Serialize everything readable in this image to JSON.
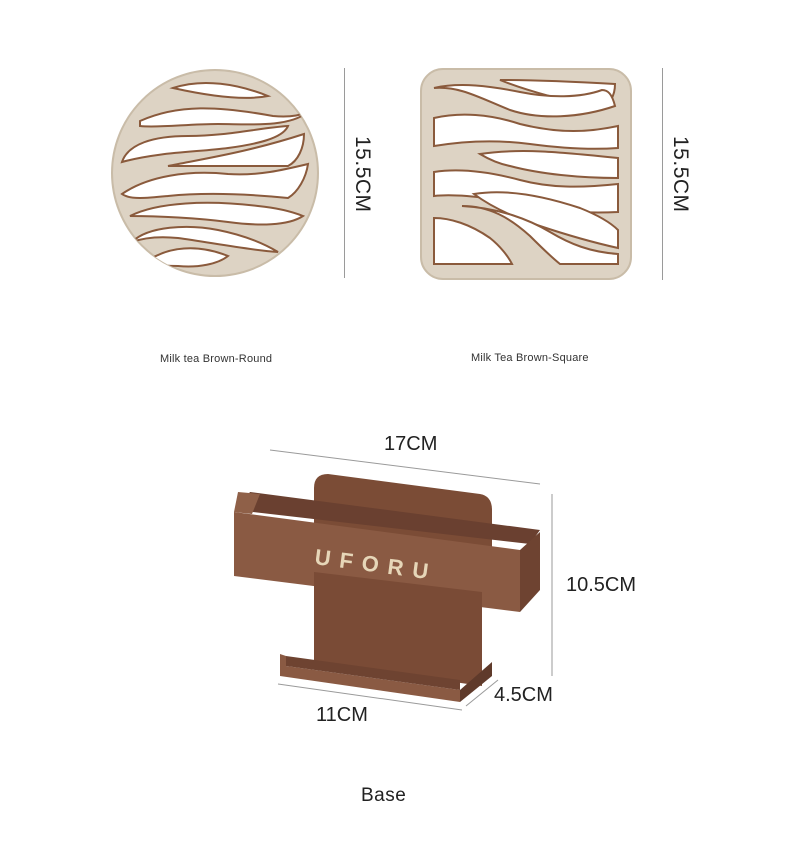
{
  "products": {
    "round": {
      "caption": "Milk tea Brown-Round",
      "dimension": "15.5CM",
      "color": "#ddd3c4",
      "stroke": "#8a5a3c"
    },
    "square": {
      "caption": "Milk Tea Brown-Square",
      "dimension": "15.5CM",
      "color": "#ddd3c4",
      "stroke": "#8a5a3c"
    }
  },
  "base": {
    "label": "Base",
    "brand": "UFORU",
    "width": "17CM",
    "height": "10.5CM",
    "depth": "4.5CM",
    "bottom_width": "11CM",
    "color": "#8a5a43"
  }
}
